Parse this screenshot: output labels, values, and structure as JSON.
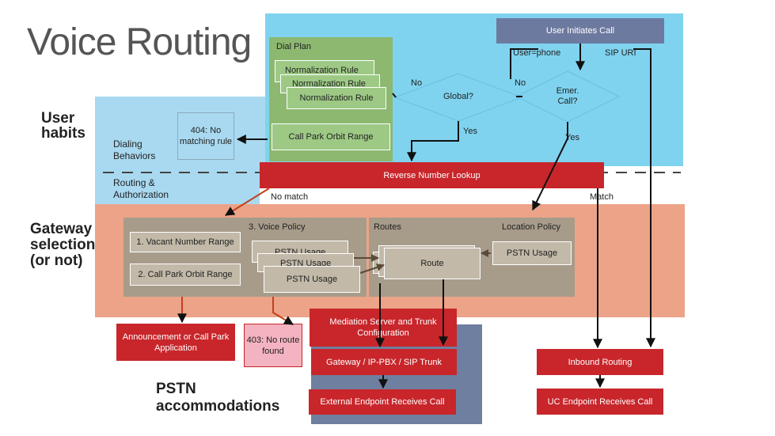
{
  "title": "Voice Routing",
  "sections": {
    "user_habits": "User habits",
    "gateway_selection": "Gateway selection (or not)",
    "pstn_accommodations": "PSTN accommodations"
  },
  "labels": {
    "dialing_behaviors": "Dialing Behaviors",
    "routing_authorization": "Routing & Authorization"
  },
  "nodes": {
    "user_initiates_call": "User Initiates Call",
    "dial_plan": "Dial Plan",
    "user_phone": "User=phone",
    "sip_uri": "SIP URI",
    "norm_rule_back1": "Normalization Rule",
    "norm_rule_back2": "Normalization Rule",
    "norm_rule_front": "Normalization Rule",
    "no_1": "No",
    "global": "Global?",
    "no_2": "No",
    "emer_call": "Emer. Call?",
    "yes_1": "Yes",
    "yes_2": "Yes",
    "call_park_orbit_range": "Call Park Orbit Range",
    "no_matching_rule": "404: No matching rule",
    "reverse_number_lookup": "Reverse Number Lookup",
    "no_match": "No match",
    "match": "Match",
    "voice_policy": "3. Voice Policy",
    "vacant_number_range": "1. Vacant Number Range",
    "call_park_orbit_range_2": "2. Call Park Orbit Range",
    "pstn_usage_back1": "PSTN Usage",
    "pstn_usage_back2": "PSTN Usage",
    "pstn_usage_front": "PSTN Usage",
    "routes": "Routes",
    "route": "Route",
    "location_policy": "Location Policy",
    "pstn_usage_location": "PSTN Usage",
    "announcement": "Announcement or Call Park Application",
    "no_route_found": "403: No route found",
    "mediation_server": "Mediation Server and Trunk Configuration",
    "gateway": "Gateway / IP-PBX / SIP Trunk",
    "external_endpoint": "External Endpoint Receives Call",
    "inbound_routing": "Inbound Routing",
    "uc_endpoint": "UC Endpoint Receives Call"
  },
  "colors": {
    "blue_band": "#7fd3ef",
    "light_blue": "#a9d9f0",
    "salmon_band": "#eca387",
    "green_box": "#8db870",
    "tan_box": "#a79b8a",
    "red": "#c8262b",
    "gray_blue": "#5a6a8c",
    "header_slate": "#6d7aa0",
    "pink": "#f4b3c0"
  }
}
